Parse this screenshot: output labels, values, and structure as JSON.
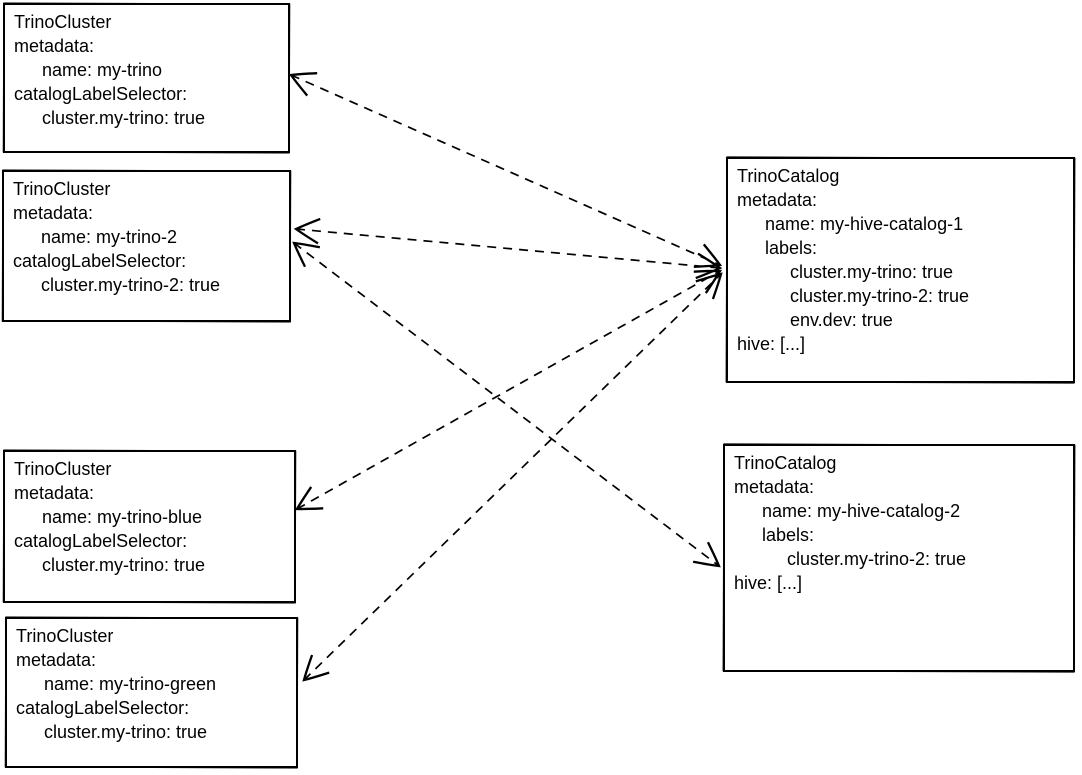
{
  "diagram": {
    "background_color": "#ffffff",
    "stroke_color": "#000000",
    "edge_style": "dashed"
  },
  "nodes": {
    "cluster1": {
      "kind": "TrinoCluster",
      "name": "my-trino",
      "lines": [
        {
          "t": "TrinoCluster",
          "i": 0
        },
        {
          "t": "metadata:",
          "i": 0
        },
        {
          "t": "name: my-trino",
          "i": 1
        },
        {
          "t": "catalogLabelSelector:",
          "i": 0
        },
        {
          "t": "cluster.my-trino: true",
          "i": 1
        }
      ]
    },
    "cluster2": {
      "kind": "TrinoCluster",
      "name": "my-trino-2",
      "lines": [
        {
          "t": "TrinoCluster",
          "i": 0
        },
        {
          "t": "metadata:",
          "i": 0
        },
        {
          "t": "name: my-trino-2",
          "i": 1
        },
        {
          "t": "catalogLabelSelector:",
          "i": 0
        },
        {
          "t": "cluster.my-trino-2: true",
          "i": 1
        }
      ]
    },
    "cluster3": {
      "kind": "TrinoCluster",
      "name": "my-trino-blue",
      "lines": [
        {
          "t": "TrinoCluster",
          "i": 0
        },
        {
          "t": "metadata:",
          "i": 0
        },
        {
          "t": "name: my-trino-blue",
          "i": 1
        },
        {
          "t": "catalogLabelSelector:",
          "i": 0
        },
        {
          "t": "cluster.my-trino: true",
          "i": 1
        }
      ]
    },
    "cluster4": {
      "kind": "TrinoCluster",
      "name": "my-trino-green",
      "lines": [
        {
          "t": "TrinoCluster",
          "i": 0
        },
        {
          "t": "metadata:",
          "i": 0
        },
        {
          "t": "name: my-trino-green",
          "i": 1
        },
        {
          "t": "catalogLabelSelector:",
          "i": 0
        },
        {
          "t": "cluster.my-trino: true",
          "i": 1
        }
      ]
    },
    "catalog1": {
      "kind": "TrinoCatalog",
      "name": "my-hive-catalog-1",
      "lines": [
        {
          "t": "TrinoCatalog",
          "i": 0
        },
        {
          "t": "metadata:",
          "i": 0
        },
        {
          "t": "name: my-hive-catalog-1",
          "i": 1
        },
        {
          "t": "labels:",
          "i": 1
        },
        {
          "t": "cluster.my-trino: true",
          "i": 2
        },
        {
          "t": "cluster.my-trino-2: true",
          "i": 2
        },
        {
          "t": "env.dev: true",
          "i": 2
        },
        {
          "t": "hive: [...]",
          "i": 0
        }
      ]
    },
    "catalog2": {
      "kind": "TrinoCatalog",
      "name": "my-hive-catalog-2",
      "lines": [
        {
          "t": "TrinoCatalog",
          "i": 0
        },
        {
          "t": "metadata:",
          "i": 0
        },
        {
          "t": "name: my-hive-catalog-2",
          "i": 1
        },
        {
          "t": "labels:",
          "i": 1
        },
        {
          "t": "cluster.my-trino-2: true",
          "i": 2
        },
        {
          "t": "hive: [...]",
          "i": 0
        }
      ]
    }
  },
  "edges": [
    {
      "a": "my-hive-catalog-1",
      "b": "my-trino",
      "style": "dashed",
      "arrowheads": "both"
    },
    {
      "a": "my-hive-catalog-1",
      "b": "my-trino-2",
      "style": "dashed",
      "arrowheads": "both"
    },
    {
      "a": "my-hive-catalog-1",
      "b": "my-trino-blue",
      "style": "dashed",
      "arrowheads": "both"
    },
    {
      "a": "my-hive-catalog-1",
      "b": "my-trino-green",
      "style": "dashed",
      "arrowheads": "both"
    },
    {
      "a": "my-trino-2",
      "b": "my-hive-catalog-2",
      "style": "dashed",
      "arrowheads": "both"
    }
  ]
}
